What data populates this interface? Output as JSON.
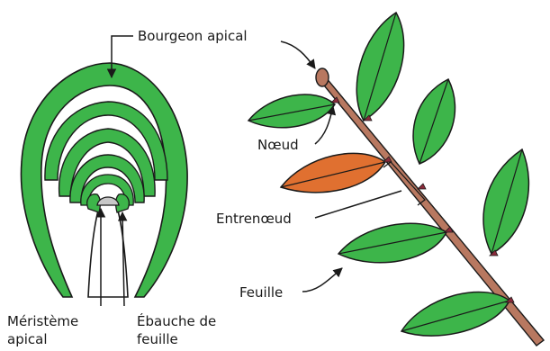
{
  "labels": {
    "bud": "Bourgeon apical",
    "node": "Nœud",
    "internode": "Entrenœud",
    "leaf": "Feuille",
    "meristem_l1": "Méristème",
    "meristem_l2": "apical",
    "primordium_l1": "Ébauche de",
    "primordium_l2": "feuille"
  },
  "colors": {
    "leaf": "#3db54a",
    "highlight_leaf": "#e07030",
    "stem": "#b87860",
    "bud_scale_ring": "#3db54a",
    "meristem": "#c8c8c8",
    "node": "#8a2a3a",
    "outline": "#1a1a1a"
  }
}
